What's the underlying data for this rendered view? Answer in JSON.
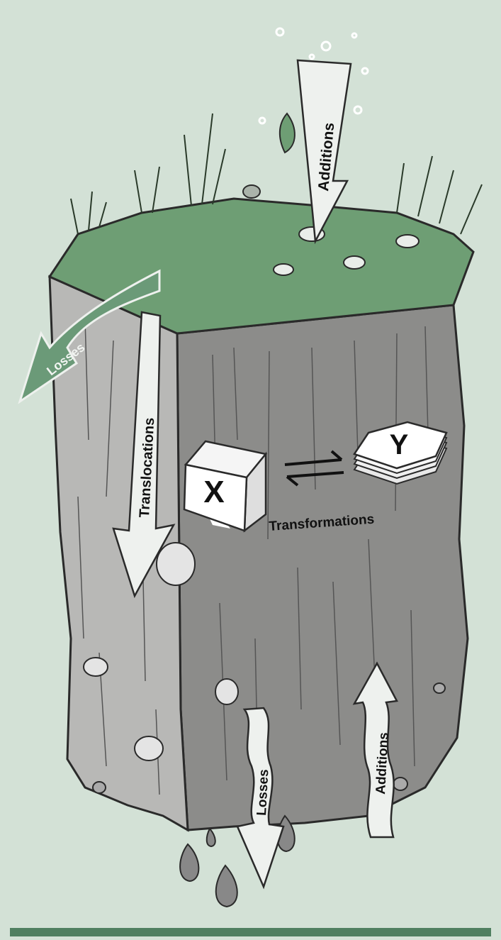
{
  "labels": {
    "additions_top": "Additions",
    "losses_side": "Losses",
    "translocations": "Translocations",
    "transformations": "Transformations",
    "losses_bottom": "Losses",
    "additions_bottom": "Additions",
    "x_block": "X",
    "y_block": "Y"
  },
  "colors": {
    "background": "#d3e1d6",
    "grass": "#6e9e74",
    "soil_front": "#8c8c8a",
    "soil_left": "#b8b8b6",
    "arrow_light": "#eef1ee",
    "arrow_green": "#6b9a78",
    "bottom_bar": "#4f7f60"
  }
}
